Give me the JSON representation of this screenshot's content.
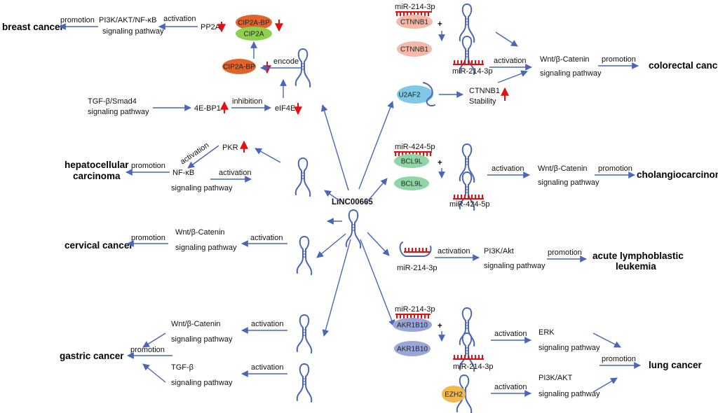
{
  "center": {
    "label": "LINC00665"
  },
  "diseases": {
    "breast": "breast cancer",
    "hcc1": "hepatocellular",
    "hcc2": "carcinoma",
    "cervical": "cervical cancer",
    "gastric": "gastric cancer",
    "colorectal": "colorectal cancer",
    "cholangio": "cholangiocarcinoma",
    "all1": "acute lymphoblastic",
    "all2": "leukemia",
    "lung": "lung cancer"
  },
  "words": {
    "promotion": "promotion",
    "activation": "activation",
    "inhibition": "inhibition",
    "encode": "encode",
    "signaling_pathway": "signaling pathway",
    "stability": "Stability"
  },
  "pathways": {
    "pi3k_akt_nfkb": "PI3K/AKT/NF-κB",
    "wnt": "Wnt/β-Catenin",
    "tgfb_smad4": "TGF-β/Smad4",
    "nfkb": "NF-κB",
    "tgfb": "TGF-β",
    "pi3k_akt_lower": "PI3K/Akt",
    "pi3k_akt_upper": "PI3K/AKT",
    "erk": "ERK"
  },
  "molecules": {
    "pp2a": "PP2A",
    "cip2a_bp": "CIP2A-BP",
    "cip2a": "CIP2A",
    "e4bp1": "4E-BP1",
    "eif4e": "eIF4E",
    "pkr": "PKR",
    "ctnnb1": "CTNNB1",
    "u2af2": "U2AF2",
    "bcl9l": "BCL9L",
    "akr1b10": "AKR1B10",
    "ezh2": "EZH2",
    "mir214": "miR-214-3p",
    "mir424": "miR-424-5p"
  },
  "colors": {
    "arrow": "#4a66b8",
    "up_down": "#e01010",
    "cip2a_bp": "#e0642c",
    "cip2a": "#8fd14f",
    "ctnnb1": "#f4b9a8",
    "u2af2": "#7fc8e8",
    "bcl9l": "#8fd6a6",
    "akr1b10": "#9aa6d8",
    "ezh2": "#f2b84b"
  }
}
